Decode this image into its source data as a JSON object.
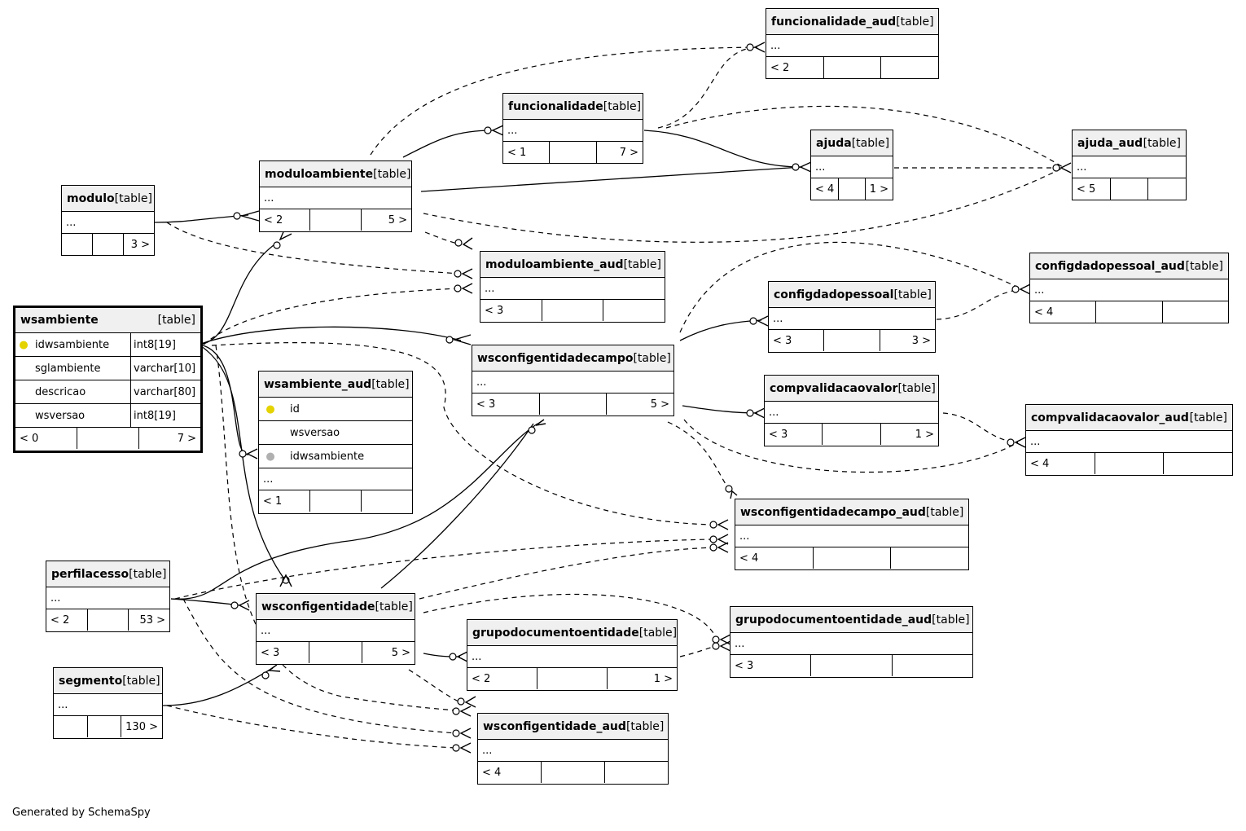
{
  "footer_text": "Generated by SchemaSpy",
  "tables": [
    {
      "id": "funcionalidade_aud",
      "name": "funcionalidade_aud",
      "kind": "[table]",
      "ellipsis": "...",
      "parents": "< 2",
      "children": ""
    },
    {
      "id": "funcionalidade",
      "name": "funcionalidade",
      "kind": "[table]",
      "ellipsis": "...",
      "parents": "< 1",
      "children": "7 >"
    },
    {
      "id": "ajuda",
      "name": "ajuda",
      "kind": "[table]",
      "ellipsis": "...",
      "parents": "< 4",
      "children": "1 >"
    },
    {
      "id": "ajuda_aud",
      "name": "ajuda_aud",
      "kind": "[table]",
      "ellipsis": "...",
      "parents": "< 5",
      "children": ""
    },
    {
      "id": "modulo",
      "name": "modulo",
      "kind": "[table]",
      "ellipsis": "...",
      "parents": "",
      "children": "3 >"
    },
    {
      "id": "moduloambiente",
      "name": "moduloambiente",
      "kind": "[table]",
      "ellipsis": "...",
      "parents": "< 2",
      "children": "5 >"
    },
    {
      "id": "moduloambiente_aud",
      "name": "moduloambiente_aud",
      "kind": "[table]",
      "ellipsis": "...",
      "parents": "< 3",
      "children": ""
    },
    {
      "id": "configdadopessoal",
      "name": "configdadopessoal",
      "kind": "[table]",
      "ellipsis": "...",
      "parents": "< 3",
      "children": "3 >"
    },
    {
      "id": "configdadopessoal_aud",
      "name": "configdadopessoal_aud",
      "kind": "[table]",
      "ellipsis": "...",
      "parents": "< 4",
      "children": ""
    },
    {
      "id": "wsconfigentidadecampo",
      "name": "wsconfigentidadecampo",
      "kind": "[table]",
      "ellipsis": "...",
      "parents": "< 3",
      "children": "5 >"
    },
    {
      "id": "compvalidacaovalor",
      "name": "compvalidacaovalor",
      "kind": "[table]",
      "ellipsis": "...",
      "parents": "< 3",
      "children": "1 >"
    },
    {
      "id": "compvalidacaovalor_aud",
      "name": "compvalidacaovalor_aud",
      "kind": "[table]",
      "ellipsis": "...",
      "parents": "< 4",
      "children": ""
    },
    {
      "id": "wsconfigentidadecampo_aud",
      "name": "wsconfigentidadecampo_aud",
      "kind": "[table]",
      "ellipsis": "...",
      "parents": "< 4",
      "children": ""
    },
    {
      "id": "perfilacesso",
      "name": "perfilacesso",
      "kind": "[table]",
      "ellipsis": "...",
      "parents": "< 2",
      "children": "53 >"
    },
    {
      "id": "wsconfigentidade",
      "name": "wsconfigentidade",
      "kind": "[table]",
      "ellipsis": "...",
      "parents": "< 3",
      "children": "5 >"
    },
    {
      "id": "grupodocumentoentidade",
      "name": "grupodocumentoentidade",
      "kind": "[table]",
      "ellipsis": "...",
      "parents": "< 2",
      "children": "1 >"
    },
    {
      "id": "grupodocumentoentidade_aud",
      "name": "grupodocumentoentidade_aud",
      "kind": "[table]",
      "ellipsis": "...",
      "parents": "< 3",
      "children": ""
    },
    {
      "id": "segmento",
      "name": "segmento",
      "kind": "[table]",
      "ellipsis": "...",
      "parents": "",
      "children": "130 >"
    },
    {
      "id": "wsconfigentidade_aud",
      "name": "wsconfigentidade_aud",
      "kind": "[table]",
      "ellipsis": "...",
      "parents": "< 4",
      "children": ""
    }
  ],
  "wsambiente": {
    "name": "wsambiente",
    "kind": "[table]",
    "columns": [
      {
        "name": "idwsambiente",
        "type": "int8[19]",
        "key": "pk"
      },
      {
        "name": "sglambiente",
        "type": "varchar[10]",
        "key": ""
      },
      {
        "name": "descricao",
        "type": "varchar[80]",
        "key": ""
      },
      {
        "name": "wsversao",
        "type": "int8[19]",
        "key": ""
      }
    ],
    "parents": "< 0",
    "children": "7 >"
  },
  "wsambiente_aud": {
    "name": "wsambiente_aud",
    "kind": "[table]",
    "columns": [
      {
        "name": "id",
        "key": "pk"
      },
      {
        "name": "wsversao",
        "key": ""
      },
      {
        "name": "idwsambiente",
        "key": "fk"
      }
    ],
    "ellipsis": "...",
    "parents": "< 1",
    "children": ""
  }
}
